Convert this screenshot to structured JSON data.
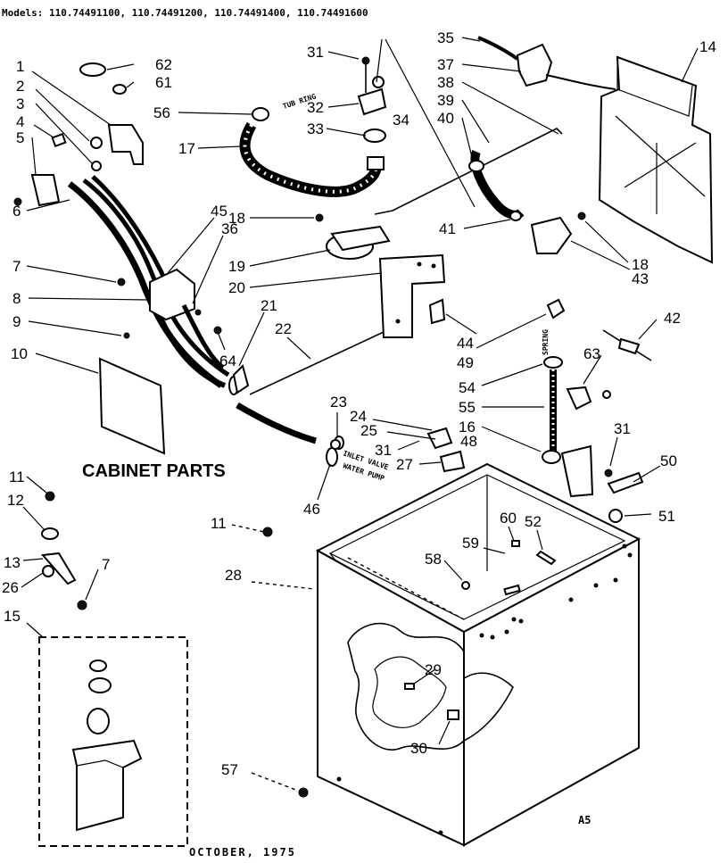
{
  "header": {
    "models_text": "Models: 110.74491100, 110.74491200, 110.74491400, 110.74491600"
  },
  "title": "CABINET PARTS",
  "footer": {
    "date": "OCTOBER, 1975",
    "page_code": "A5"
  },
  "inline_labels": {
    "tub_ring": "TUB RING",
    "inlet_valve": "INLET VALVE",
    "water_pump": "WATER PUMP",
    "spring_part": "SPRING"
  },
  "callouts": [
    "1",
    "2",
    "3",
    "4",
    "5",
    "6",
    "7",
    "8",
    "9",
    "10",
    "11",
    "12",
    "13",
    "7",
    "26",
    "15",
    "62",
    "61",
    "56",
    "17",
    "31",
    "32",
    "33",
    "34",
    "18",
    "19",
    "20",
    "21",
    "22",
    "45",
    "36",
    "64",
    "35",
    "37",
    "38",
    "39",
    "40",
    "41",
    "43",
    "18",
    "14",
    "44",
    "49",
    "42",
    "54",
    "55",
    "16",
    "63",
    "31",
    "48",
    "23",
    "24",
    "25",
    "31",
    "27",
    "46",
    "50",
    "51",
    "11",
    "28",
    "60",
    "52",
    "59",
    "58",
    "29",
    "30",
    "57"
  ]
}
